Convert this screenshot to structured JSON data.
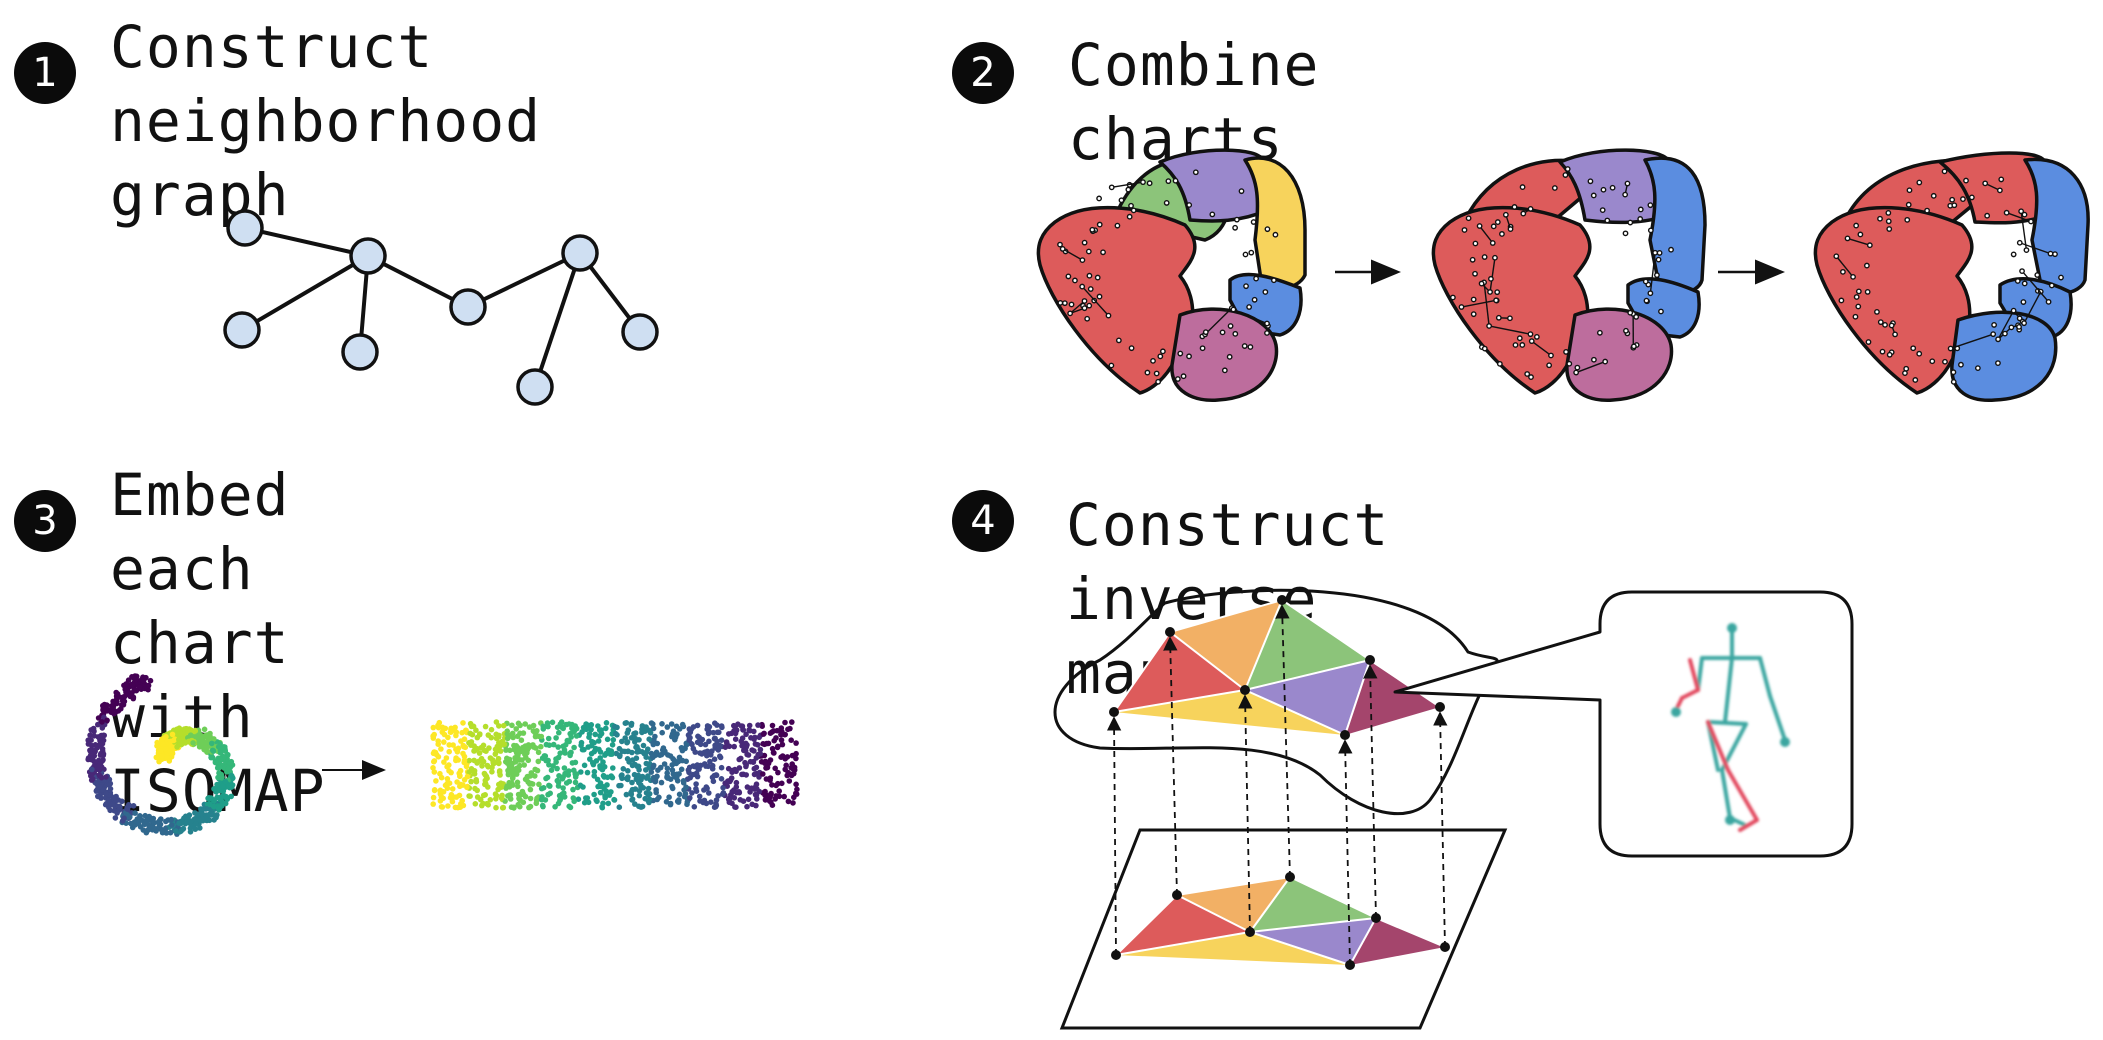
{
  "steps": [
    {
      "number": "1",
      "title": "Construct neighborhood\ngraph"
    },
    {
      "number": "2",
      "title": "Combine charts"
    },
    {
      "number": "3",
      "title": "Embed each chart with\nISOMAP"
    },
    {
      "number": "4",
      "title": "Construct inverse mapping"
    }
  ],
  "colors": {
    "node_fill": "#cfdff2",
    "red": "#dd5b5b",
    "green": "#8cc47a",
    "purple": "#9a88cc",
    "yellow": "#f7d35c",
    "blue": "#5b8de0",
    "mauve": "#bd6d9d",
    "orange": "#f2b065",
    "maroon": "#a4456c",
    "skeleton_teal": "#3aa6a0",
    "skeleton_red": "#e24a5f"
  },
  "icons": [
    "arrow-right-icon",
    "stick-figure-pose-icon"
  ]
}
